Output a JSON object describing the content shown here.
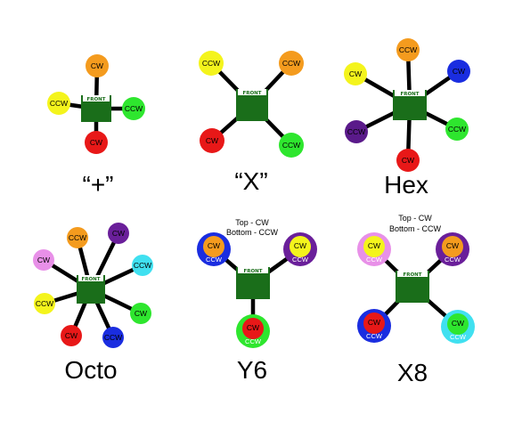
{
  "configs": {
    "plus": {
      "caption": "“+”",
      "front_label": "FRONT",
      "rotors": [
        {
          "name": "top",
          "label": "CW",
          "color": "#f49b1e"
        },
        {
          "name": "right",
          "label": "CCW",
          "color": "#2ee62e"
        },
        {
          "name": "bottom",
          "label": "CW",
          "color": "#e81818"
        },
        {
          "name": "left",
          "label": "CCW",
          "color": "#f4f41c"
        }
      ]
    },
    "x": {
      "caption": "“X”",
      "front_label": "FRONT",
      "rotors": [
        {
          "name": "front-left",
          "label": "CCW",
          "color": "#f4f41c"
        },
        {
          "name": "front-right",
          "label": "CCW",
          "color": "#f49b1e"
        },
        {
          "name": "rear-left",
          "label": "CW",
          "color": "#e81818"
        },
        {
          "name": "rear-right",
          "label": "CCW",
          "color": "#2ee62e"
        }
      ]
    },
    "hex": {
      "caption": "Hex",
      "front_label": "FRONT",
      "rotors": [
        {
          "name": "top",
          "label": "CCW",
          "color": "#f49b1e"
        },
        {
          "name": "top-right",
          "label": "CW",
          "color": "#1a2de0"
        },
        {
          "name": "bottom-right",
          "label": "CCW",
          "color": "#2ee62e"
        },
        {
          "name": "bottom",
          "label": "CW",
          "color": "#e81818"
        },
        {
          "name": "bottom-left",
          "label": "CCW",
          "color": "#5a1a8a"
        },
        {
          "name": "top-left",
          "label": "CW",
          "color": "#f4f41c"
        }
      ]
    },
    "octo": {
      "caption": "Octo",
      "front_label": "FRONT",
      "rotors": [
        {
          "name": "front-left",
          "label": "CCW",
          "color": "#f49b1e"
        },
        {
          "name": "front-right",
          "label": "CW",
          "color": "#6a1f9a"
        },
        {
          "name": "right-upper",
          "label": "CCW",
          "color": "#40e0f0"
        },
        {
          "name": "right-lower",
          "label": "CW",
          "color": "#2ee62e"
        },
        {
          "name": "rear-right",
          "label": "CCW",
          "color": "#1a2de0"
        },
        {
          "name": "rear-left",
          "label": "CW",
          "color": "#e81818"
        },
        {
          "name": "left-lower",
          "label": "CCW",
          "color": "#f4f41c"
        },
        {
          "name": "left-upper",
          "label": "CW",
          "color": "#e890e8"
        }
      ]
    },
    "y6": {
      "caption": "Y6",
      "front_label": "FRONT",
      "note_top": "Top - CW",
      "note_bottom": "Bottom - CCW",
      "rotors": [
        {
          "name": "front-left",
          "top_label": "CW",
          "bottom_label": "CCW",
          "top_color": "#f49b1e",
          "bottom_color": "#1a2de0"
        },
        {
          "name": "front-right",
          "top_label": "CW",
          "bottom_label": "CCW",
          "top_color": "#f4f41c",
          "bottom_color": "#6a1f9a"
        },
        {
          "name": "rear",
          "top_label": "CW",
          "bottom_label": "CCW",
          "top_color": "#e81818",
          "bottom_color": "#2ee62e"
        }
      ]
    },
    "x8": {
      "caption": "X8",
      "front_label": "FRONT",
      "note_top": "Top - CW",
      "note_bottom": "Bottom - CCW",
      "rotors": [
        {
          "name": "front-left",
          "top_label": "CW",
          "bottom_label": "CCW",
          "top_color": "#f4f41c",
          "bottom_color": "#e890e8"
        },
        {
          "name": "front-right",
          "top_label": "CW",
          "bottom_label": "CCW",
          "top_color": "#f49b1e",
          "bottom_color": "#6a1f9a"
        },
        {
          "name": "rear-left",
          "top_label": "CW",
          "bottom_label": "CCW",
          "top_color": "#e81818",
          "bottom_color": "#1a2de0"
        },
        {
          "name": "rear-right",
          "top_label": "CW",
          "bottom_label": "CCW",
          "top_color": "#2ee62e",
          "bottom_color": "#40e0f0"
        }
      ]
    }
  },
  "colors": {
    "frame": "#1a6e1a",
    "arm": "#000000",
    "label": "#ffffff"
  }
}
